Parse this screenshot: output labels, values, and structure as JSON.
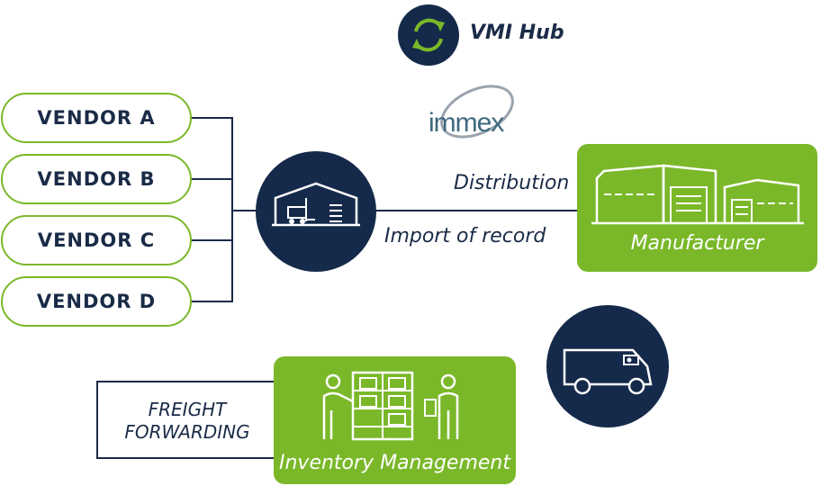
{
  "hub": {
    "icon": "recycle-arrows-icon",
    "label": "VMI Hub"
  },
  "logo": {
    "text": "immex"
  },
  "vendors": [
    {
      "label": "VENDOR A"
    },
    {
      "label": "VENDOR B"
    },
    {
      "label": "VENDOR C"
    },
    {
      "label": "VENDOR D"
    }
  ],
  "warehouse": {
    "icon": "warehouse-forklift-icon"
  },
  "labels": {
    "distribution": "Distribution",
    "import_of_record": "Import of record",
    "freight_line1": "FREIGHT",
    "freight_line2": "FORWARDING"
  },
  "manufacturer": {
    "label": "Manufacturer",
    "icon": "factory-building-icon"
  },
  "inventory": {
    "label": "Inventory Management",
    "icon": "warehouse-workers-shelves-icon"
  },
  "van": {
    "icon": "delivery-van-icon"
  },
  "colors": {
    "navy": "#152a4a",
    "green": "#7ab829",
    "text": "#1a2b47"
  }
}
